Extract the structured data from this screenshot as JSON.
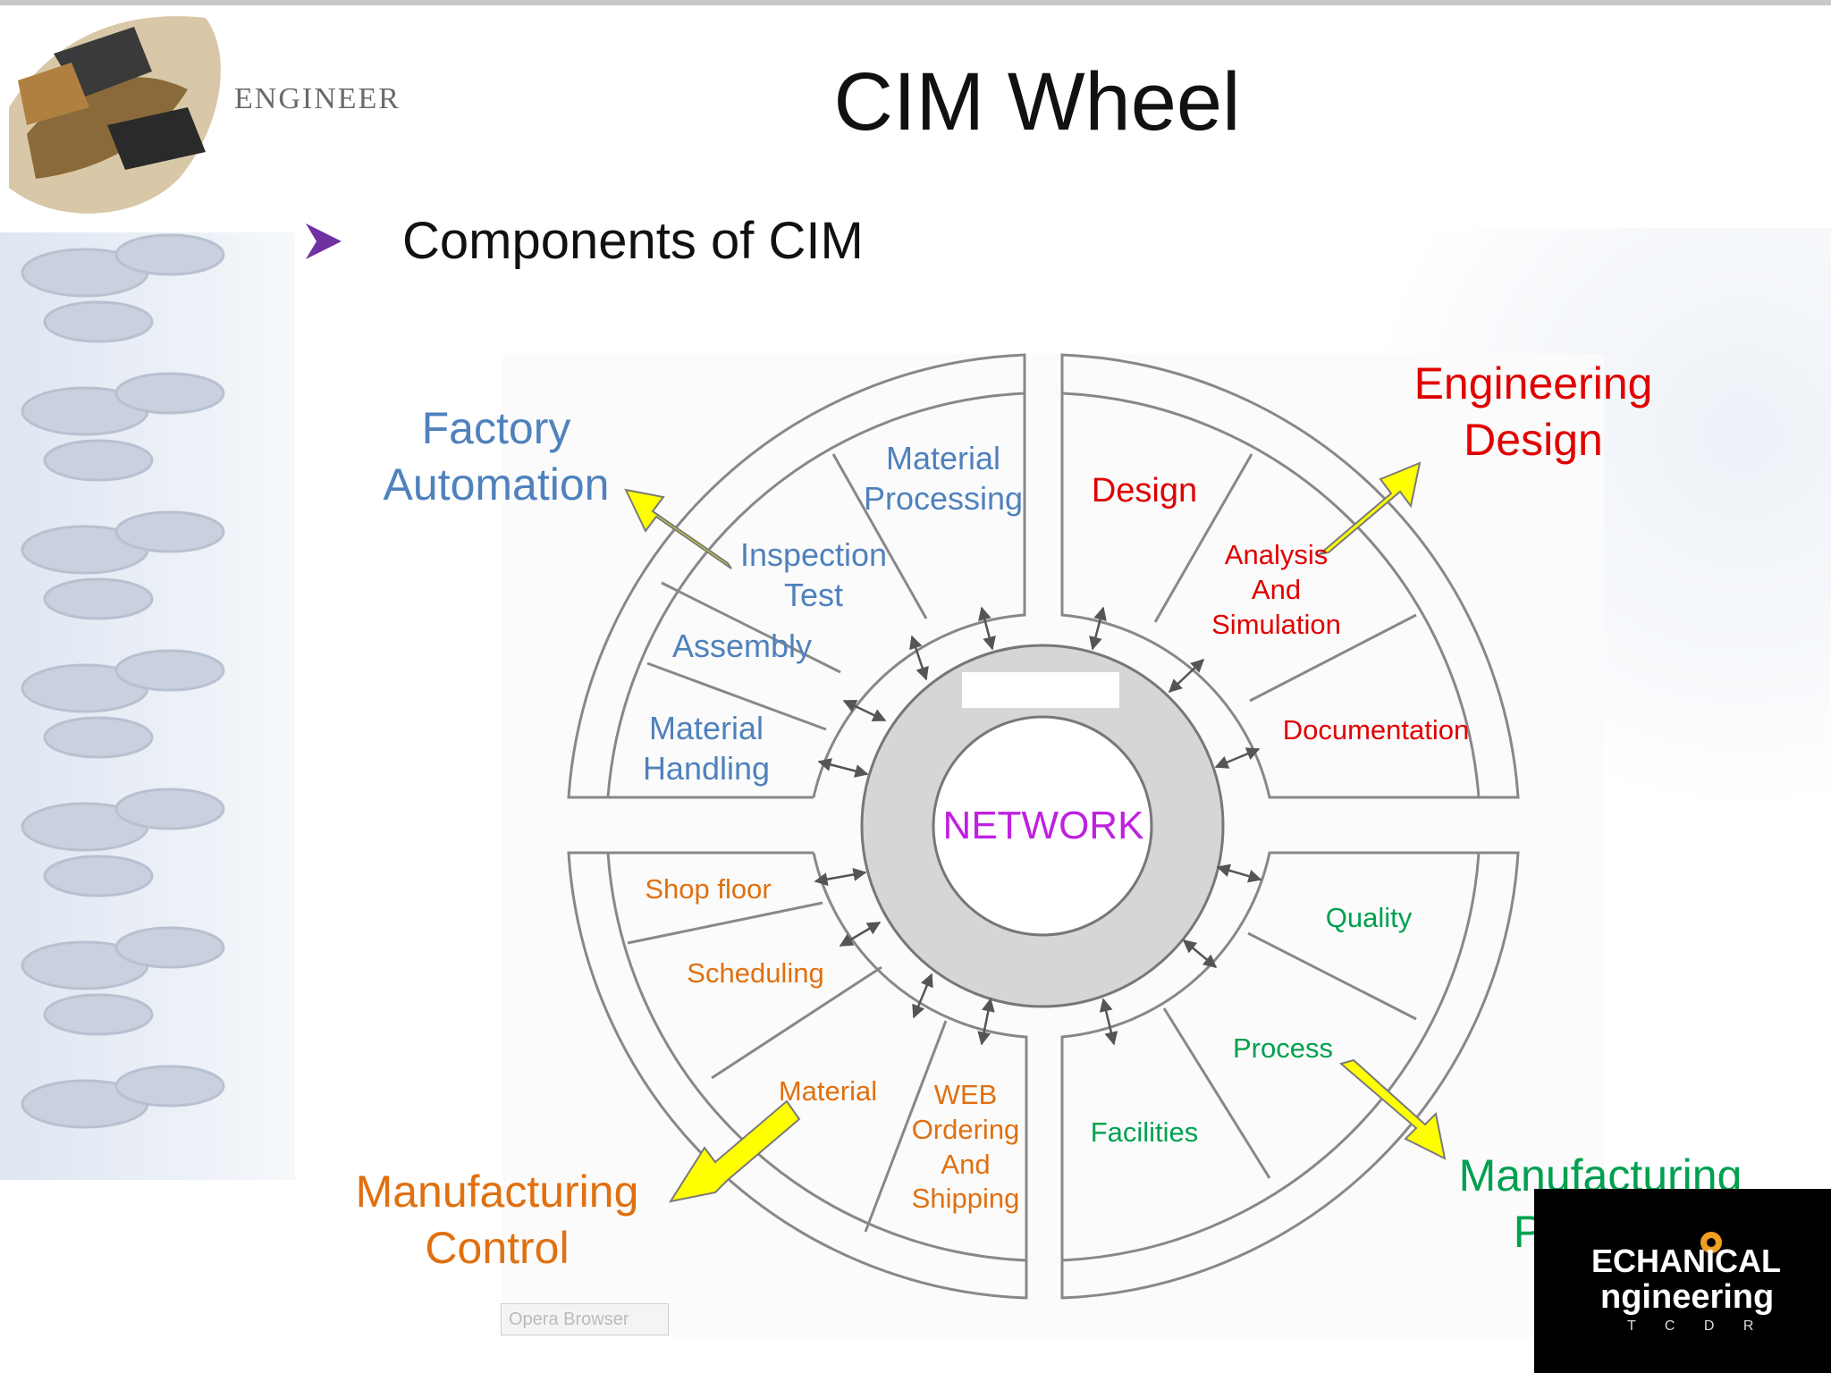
{
  "slide": {
    "title": "CIM Wheel",
    "subtitle": "Components of CIM",
    "logo_text": "ENGINEER",
    "browser_tab": "Opera Browser",
    "corner_logo": {
      "line1": "ECHANICAL",
      "line2": "ngineering",
      "line3": "T C D R"
    }
  },
  "wheel": {
    "center": "NETWORK",
    "quadrants": {
      "factory_automation": {
        "title": "Factory Automation",
        "items": [
          "Material Processing",
          "Inspection Test",
          "Assembly",
          "Material Handling"
        ]
      },
      "engineering_design": {
        "title": "Engineering Design",
        "items": [
          "Design",
          "Analysis And Simulation",
          "Documentation"
        ]
      },
      "manufacturing_control": {
        "title": "Manufacturing Control",
        "items": [
          "Shop floor",
          "Scheduling",
          "Material",
          "WEB Ordering And Shipping"
        ]
      },
      "manufacturing_planning": {
        "title": "Manufacturing Planning",
        "items": [
          "Quality",
          "Process",
          "Facilities"
        ]
      }
    }
  },
  "colors": {
    "factory_automation": "#4f81bd",
    "engineering_design": "#e00000",
    "manufacturing_control": "#e07010",
    "manufacturing_planning": "#00a050",
    "network": "#c020e0",
    "arrow_fill": "#ffff00",
    "bullet": "#7030a0"
  }
}
